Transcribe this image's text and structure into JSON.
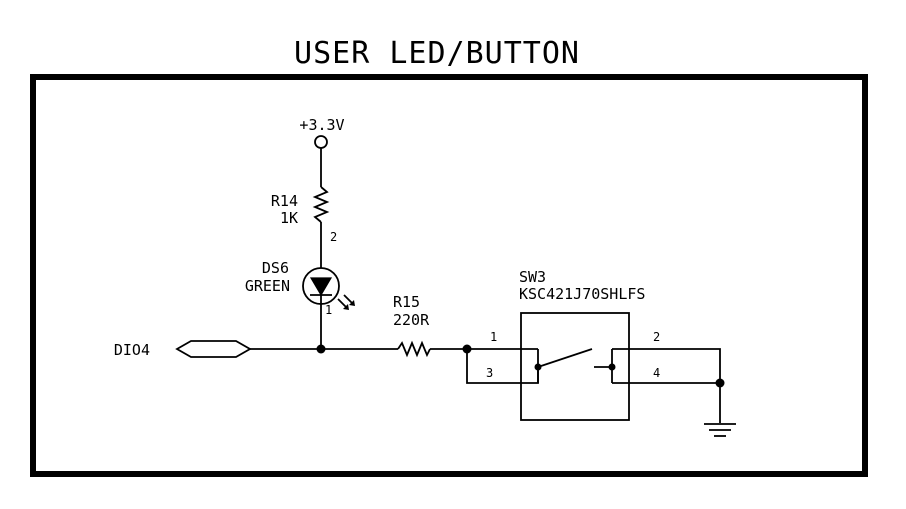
{
  "title": "USER LED/BUTTON",
  "power": {
    "label": "+3.3V"
  },
  "r14": {
    "ref": "R14",
    "value": "1K",
    "pin": "2"
  },
  "ds6": {
    "ref": "DS6",
    "value": "GREEN",
    "pin": "1"
  },
  "r15": {
    "ref": "R15",
    "value": "220R"
  },
  "sw3": {
    "ref": "SW3",
    "part": "KSC421J70SHLFS",
    "pins": [
      "1",
      "3",
      "2",
      "4"
    ]
  },
  "net": {
    "label": "DIO4"
  }
}
